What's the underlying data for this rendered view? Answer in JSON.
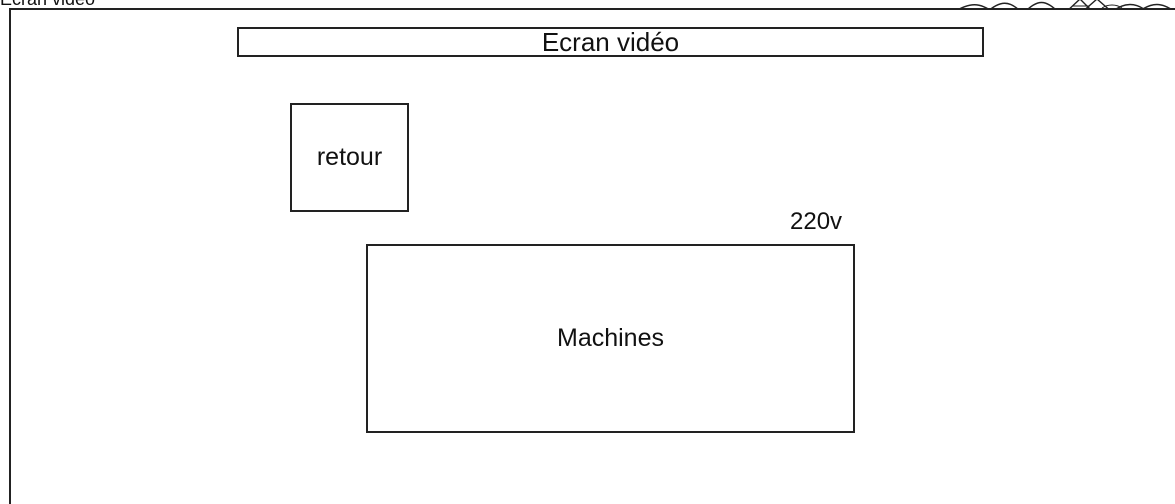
{
  "diagram": {
    "top_label": "Ecran vidéo",
    "screen_title": "Ecran vidéo",
    "back_button_label": "retour",
    "machines_label": "Machines",
    "voltage_label": "220v",
    "decoration_icon": "ornament-icon"
  }
}
